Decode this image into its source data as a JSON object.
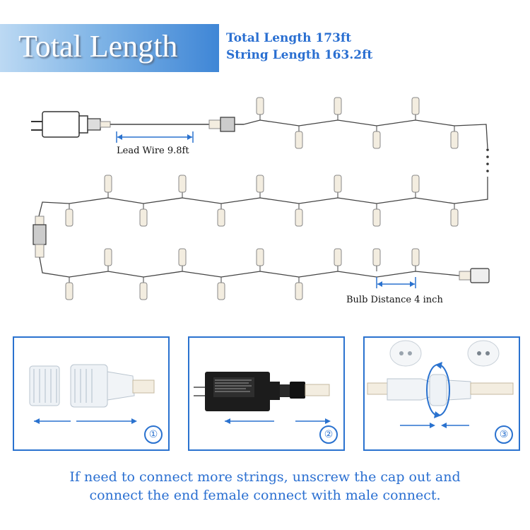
{
  "header": {
    "title": "Total Length",
    "total_length": "Total Length 173ft",
    "string_length": "String Length 163.2ft"
  },
  "diagram": {
    "lead_wire_label": "Lead Wire 9.8ft",
    "bulb_distance_label": "Bulb Distance 4 inch"
  },
  "panels": [
    {
      "number": "①"
    },
    {
      "number": "②"
    },
    {
      "number": "③"
    }
  ],
  "instructions": {
    "line1": "If need to connect more strings, unscrew the cap out and",
    "line2": "connect the end female connect with male connect."
  },
  "colors": {
    "accent": "#2a72cf",
    "wire": "#444444",
    "bulb": "#f3ede0"
  }
}
